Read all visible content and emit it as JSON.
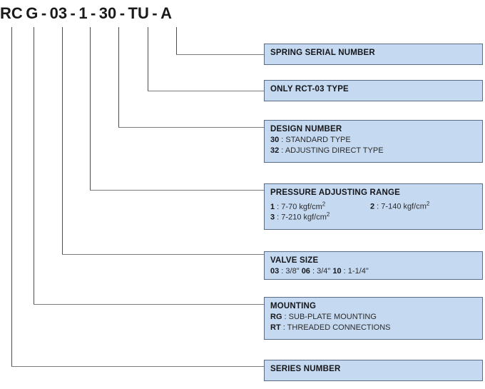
{
  "model_code": {
    "label": "RC G - 03 - 1 - 30 - TU - A",
    "segments": [
      {
        "text": "RC"
      },
      {
        "text": "G"
      },
      {
        "text": "-"
      },
      {
        "text": "03"
      },
      {
        "text": "-"
      },
      {
        "text": "1"
      },
      {
        "text": "-"
      },
      {
        "text": "30"
      },
      {
        "text": "-"
      },
      {
        "text": "TU"
      },
      {
        "text": "-"
      },
      {
        "text": "A"
      }
    ]
  },
  "callouts": {
    "spring_serial": {
      "title": "SPRING SERIAL NUMBER"
    },
    "only_rct": {
      "title": "ONLY RCT-03 TYPE"
    },
    "design_number": {
      "title": "DESIGN NUMBER",
      "rows": [
        {
          "code": "30",
          "sep": " : ",
          "desc": "STANDARD TYPE"
        },
        {
          "code": "32",
          "sep": " : ",
          "desc": "ADJUSTING DIRECT TYPE"
        }
      ]
    },
    "pressure_range": {
      "title": "PRESSURE ADJUSTING RANGE",
      "row1_a_code": "1",
      "row1_a_sep": " : ",
      "row1_a_desc": "7-70 kgf/cm",
      "row1_a_sup": "2",
      "row1_b_code": "2",
      "row1_b_sep": " : ",
      "row1_b_desc": "7-140 kgf/cm",
      "row1_b_sup": "2",
      "row2_code": "3",
      "row2_sep": " : ",
      "row2_desc": "7-210 kgf/cm",
      "row2_sup": "2"
    },
    "valve_size": {
      "title": "VALVE SIZE",
      "a_code": "03",
      "a_sep": " : ",
      "a_desc": "3/8\"",
      "b_code": "06",
      "b_sep": " : ",
      "b_desc": "3/4\"",
      "c_code": "10",
      "c_sep": " : ",
      "c_desc": "1-1/4\""
    },
    "mounting": {
      "title": "MOUNTING",
      "rows": [
        {
          "code": "RG",
          "sep": " : ",
          "desc": "SUB-PLATE MOUNTING"
        },
        {
          "code": "RT",
          "sep": " : ",
          "desc": "THREADED CONNECTIONS"
        }
      ]
    },
    "series_number": {
      "title": "SERIES NUMBER"
    }
  },
  "colors": {
    "box_fill": "#c5d9f1",
    "box_border": "#5a6b86",
    "leader_line": "#4d4d4d",
    "text": "#15161a"
  }
}
